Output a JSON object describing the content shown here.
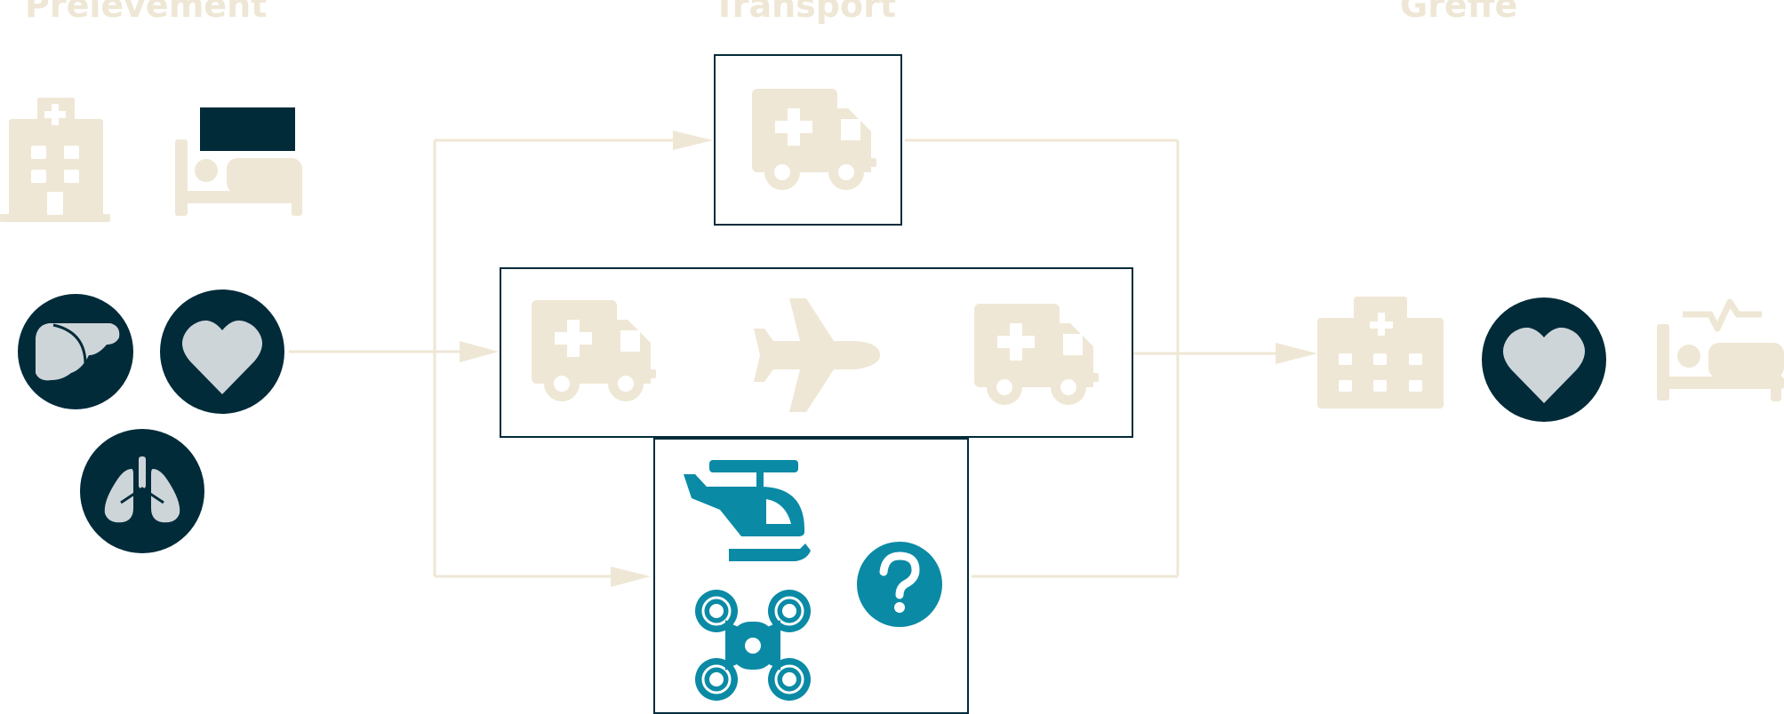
{
  "diagram": {
    "stages": {
      "procurement": "Prélèvement",
      "transport": "Transport",
      "transplant": "Greffe"
    },
    "icons": {
      "procurement": [
        "hospital-icon",
        "patient-bed-icon",
        "liver-icon",
        "heart-icon",
        "lungs-icon"
      ],
      "transport_top": [
        "ambulance-icon"
      ],
      "transport_middle": [
        "ambulance-icon",
        "airplane-icon",
        "ambulance-icon"
      ],
      "transport_bottom": [
        "helicopter-icon",
        "drone-icon",
        "question-icon"
      ],
      "transplant": [
        "hospital-icon",
        "heart-icon",
        "patient-bed-heartbeat-icon"
      ]
    },
    "colors": {
      "beige": "#efe7d5",
      "navy": "#022b3a",
      "organ_fill": "#ced5d8",
      "teal": "#0b8aa5"
    }
  }
}
